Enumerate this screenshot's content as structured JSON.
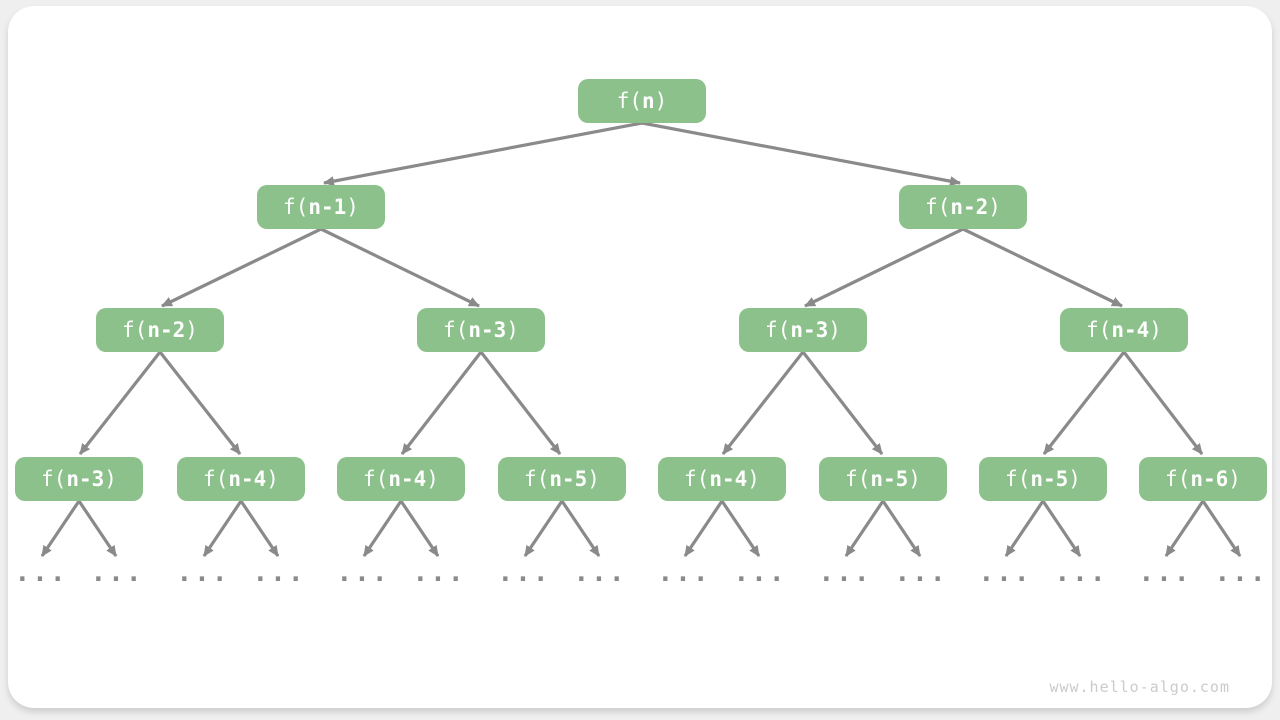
{
  "page": {
    "watermark": "www.hello-algo.com"
  },
  "colors": {
    "node_fill": "#8cc18b",
    "node_text": "#ffffff",
    "arrow": "#8a8a8a",
    "card_background": "#ffffff",
    "page_background": "#efefef",
    "watermark_text": "#cbcbcb"
  },
  "tree": {
    "description": "recursion tree of f(n) where each call spawns f(n-1) and f(n-2); lowest drawn level fans out to ellipses",
    "node_prefix": "f(",
    "node_suffix": ")",
    "ellipsis": "...",
    "ellipsis_count": 16,
    "levels": [
      {
        "nodes": [
          {
            "arg": "n",
            "label": "f(n)"
          }
        ]
      },
      {
        "nodes": [
          {
            "arg": "n-1",
            "label": "f(n-1)"
          },
          {
            "arg": "n-2",
            "label": "f(n-2)"
          }
        ]
      },
      {
        "nodes": [
          {
            "arg": "n-2",
            "label": "f(n-2)"
          },
          {
            "arg": "n-3",
            "label": "f(n-3)"
          },
          {
            "arg": "n-3",
            "label": "f(n-3)"
          },
          {
            "arg": "n-4",
            "label": "f(n-4)"
          }
        ]
      },
      {
        "nodes": [
          {
            "arg": "n-3",
            "label": "f(n-3)"
          },
          {
            "arg": "n-4",
            "label": "f(n-4)"
          },
          {
            "arg": "n-4",
            "label": "f(n-4)"
          },
          {
            "arg": "n-5",
            "label": "f(n-5)"
          },
          {
            "arg": "n-4",
            "label": "f(n-4)"
          },
          {
            "arg": "n-5",
            "label": "f(n-5)"
          },
          {
            "arg": "n-5",
            "label": "f(n-5)"
          },
          {
            "arg": "n-6",
            "label": "f(n-6)"
          }
        ]
      }
    ]
  }
}
